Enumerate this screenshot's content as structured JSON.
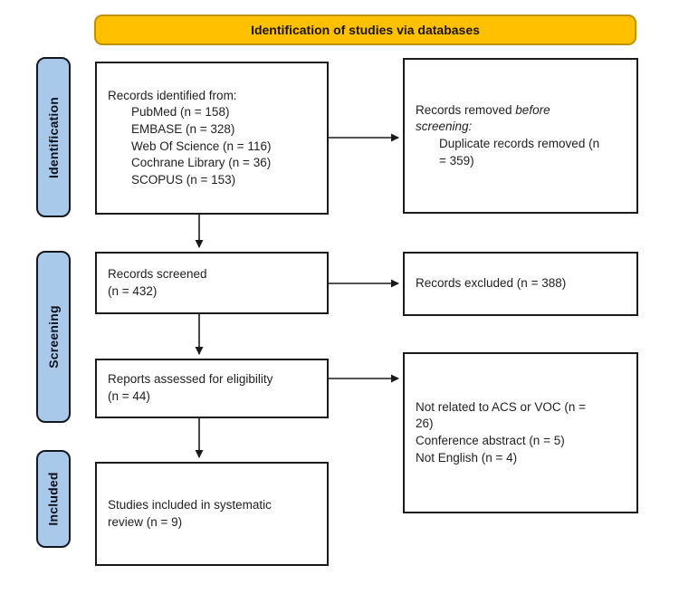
{
  "banner": {
    "label": "Identification of studies via databases"
  },
  "stages": {
    "identification": "Identification",
    "screening": "Screening",
    "included": "Included"
  },
  "boxes": {
    "records_identified": {
      "heading": "Records identified from:",
      "items": [
        "PubMed (n = 158)",
        "EMBASE (n = 328)",
        "Web Of Science (n = 116)",
        "Cochrane Library (n = 36)",
        "SCOPUS (n = 153)"
      ]
    },
    "records_removed": {
      "line1_prefix": "Records removed ",
      "line1_italic": "before",
      "line2_italic": "screening:",
      "item_line1": "Duplicate records removed (n",
      "item_line2": "= 359)"
    },
    "records_screened": {
      "line1": "Records screened",
      "line2": "(n = 432)"
    },
    "records_excluded": {
      "line1": "Records excluded (n = 388)"
    },
    "reports_assessed": {
      "line1": "Reports assessed for eligibility",
      "line2": "(n = 44)"
    },
    "exclusion_reasons": {
      "lines": [
        "Not related to ACS or VOC (n =",
        "26)",
        "Conference abstract (n = 5)",
        "Not English (n = 4)"
      ]
    },
    "studies_included": {
      "line1": "Studies included in systematic",
      "line2": "review (n = 9)"
    }
  },
  "colors": {
    "banner_fill": "#FFC000",
    "banner_border": "#BF9000",
    "stage_fill": "#A9C9EA",
    "stage_border": "#16161e",
    "box_border": "#1a1a1a",
    "text_color": "#1f1f1f",
    "arrow_color": "#1a1a1a"
  }
}
